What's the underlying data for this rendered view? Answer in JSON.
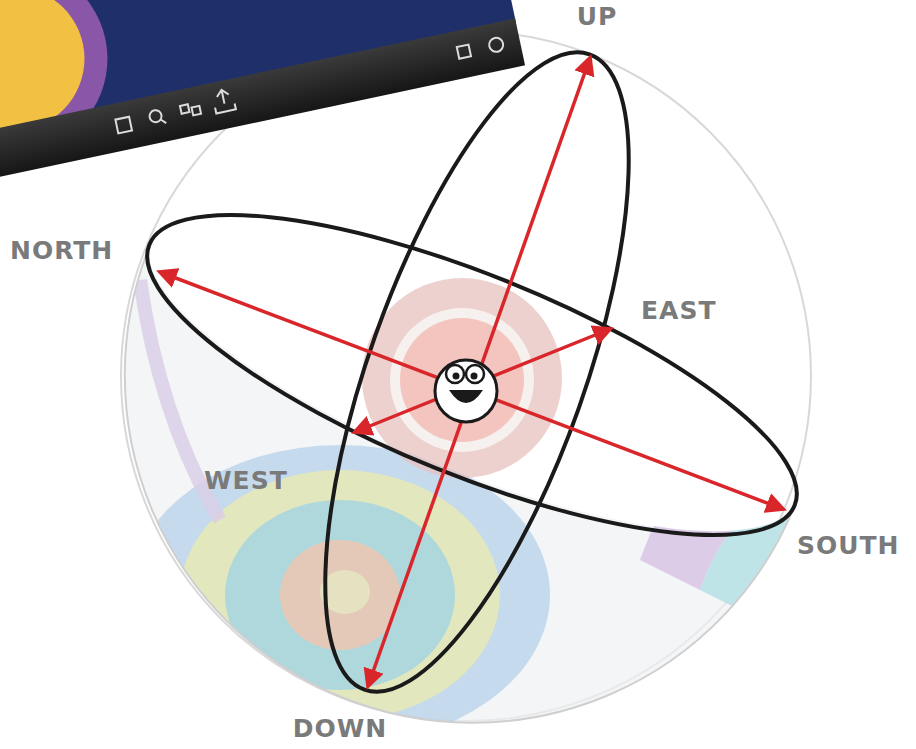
{
  "diagram": {
    "labels": [
      "UP",
      "NORTH",
      "EAST",
      "WEST",
      "SOUTH",
      "DOWN"
    ]
  }
}
